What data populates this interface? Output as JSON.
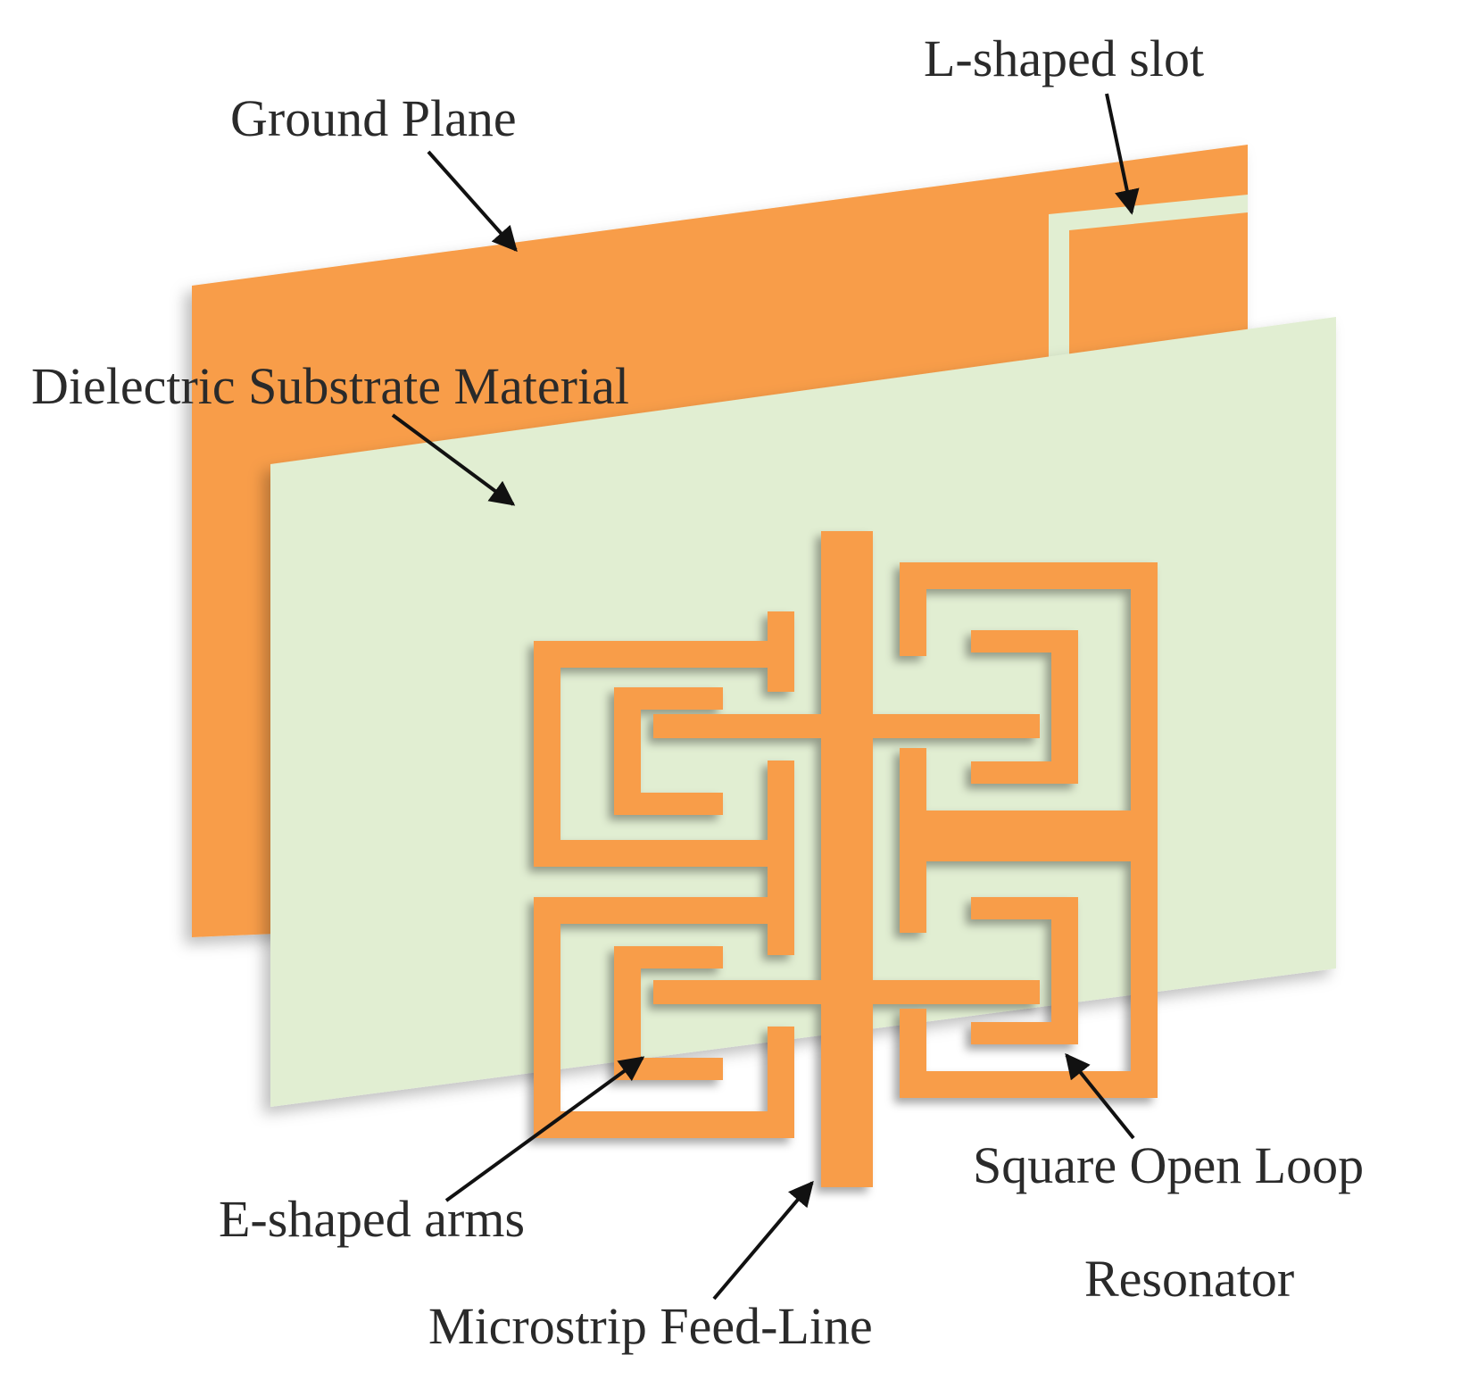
{
  "labels": {
    "ground_plane": "Ground Plane",
    "l_slot": "L-shaped slot",
    "substrate": "Dielectric Substrate Material",
    "e_arms": "E-shaped arms",
    "feed_line": "Microstrip Feed-Line",
    "square_loop_line1": "Square Open Loop",
    "square_loop_line2": "Resonator"
  },
  "colors": {
    "copper": "#F89D48",
    "substrate": "#E1EED2",
    "slot": "#E1EED2",
    "arrow": "#111111",
    "text": "#2a2a2a"
  }
}
